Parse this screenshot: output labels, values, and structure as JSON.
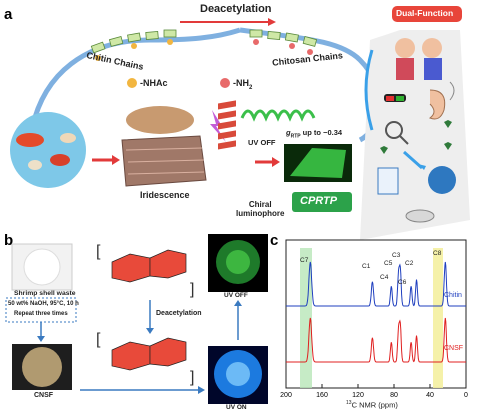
{
  "panel_a": {
    "letter": "a",
    "deacetylation": "Deacetylation",
    "chitin_chains": "Chitin Chains",
    "chitosan_chains": "Chitosan Chains",
    "nhac": "-NHAc",
    "nh2": "-NH",
    "nh2_sub": "2",
    "iridescence": "Iridescence",
    "chiral_luminophore_1": "Chiral",
    "chiral_luminophore_2": "luminophore",
    "uv_off": "UV OFF",
    "g_rtp": "g",
    "g_rtp_sub": "RTP",
    "g_rtp_text": " up to −0.34",
    "cprtp": "CPRTP",
    "dual_function": "Dual-Function"
  },
  "panel_b": {
    "letter": "b",
    "shrimp_label": "Shrimp shell waste",
    "conditions_1": "50 wt% NaOH, 95°C, 10 h",
    "conditions_2": "Repeat three times",
    "cnsf": "CNSF",
    "deacetylation": "Deacetylation",
    "uv_off": "UV OFF",
    "uv_on": "UV ON"
  },
  "panel_c": {
    "letter": "c",
    "xlabel_sup": "13",
    "xlabel": "C NMR (ppm)",
    "series": [
      "Chitin",
      "CNSF"
    ],
    "peak_labels": [
      "C7",
      "C1",
      "C4",
      "C5",
      "C3",
      "C6",
      "C2",
      "C8"
    ],
    "xticks": [
      "200",
      "160",
      "120",
      "80",
      "40",
      "0"
    ]
  },
  "colors": {
    "chitin": "#1f3fbf",
    "cnsf": "#e02020",
    "highlight_green": "#b8e6b8",
    "highlight_yellow": "#f4f0a0"
  }
}
